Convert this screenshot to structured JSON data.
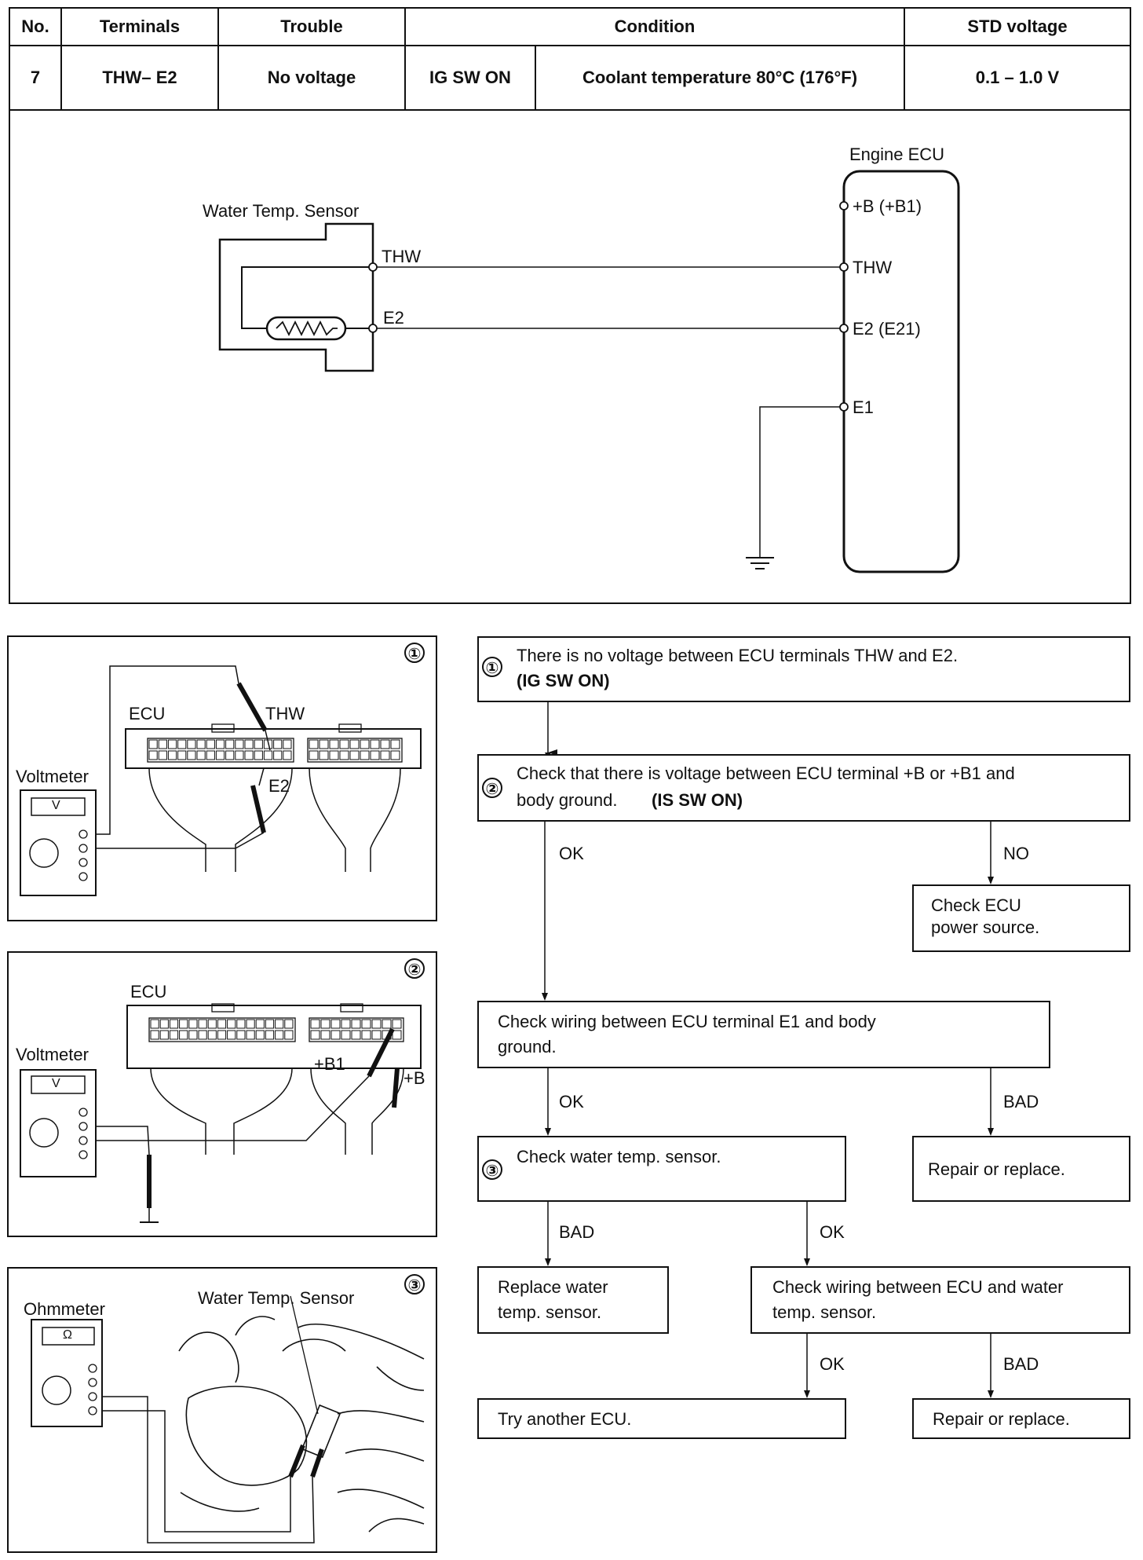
{
  "table": {
    "headers": [
      "No.",
      "Terminals",
      "Trouble",
      "Condition",
      "STD voltage"
    ],
    "row": {
      "no": "7",
      "terminals": "THW– E2",
      "trouble": "No voltage",
      "condition_sw": "IG SW ON",
      "condition_temp": "Coolant temperature 80°C (176°F)",
      "std_voltage": "0.1 – 1.0 V"
    }
  },
  "circuit": {
    "ecu_title": "Engine ECU",
    "sensor_title": "Water Temp. Sensor",
    "sensor_pin_thw": "THW",
    "sensor_pin_e2": "E2",
    "ecu_pin_b": "+B (+B1)",
    "ecu_pin_thw": "THW",
    "ecu_pin_e2": "E2 (E21)",
    "ecu_pin_e1": "E1"
  },
  "illustrations": [
    {
      "step": "①",
      "meter": "Voltmeter",
      "meter_symbol": "V",
      "ecu": "ECU",
      "probe1": "THW",
      "probe2": "E2"
    },
    {
      "step": "②",
      "meter": "Voltmeter",
      "meter_symbol": "V",
      "ecu": "ECU",
      "probe1": "+B1",
      "probe2": "+B"
    },
    {
      "step": "③",
      "meter": "Ohmmeter",
      "meter_symbol": "Ω",
      "component": "Water Temp. Sensor"
    }
  ],
  "flowchart": {
    "step1_num": "①",
    "step1_line1": "There is no voltage between ECU terminals THW and E2.",
    "step1_line2": "(IG SW ON)",
    "step2_num": "②",
    "step2_line1": "Check that there is voltage between ECU terminal +B or +B1 and",
    "step2_line2a": "body ground.",
    "step2_line2b": "(IS SW ON)",
    "ok": "OK",
    "no": "NO",
    "bad": "BAD",
    "power_line1": "Check ECU",
    "power_line2": "power source.",
    "e1_line1": "Check wiring between ECU terminal E1 and body",
    "e1_line2": "ground.",
    "repair1": "Repair or replace.",
    "step3_num": "③",
    "step3_text": "Check water temp. sensor.",
    "replace_line1": "Replace water",
    "replace_line2": "temp. sensor.",
    "wiring_line1": "Check wiring between ECU and water",
    "wiring_line2": "temp. sensor.",
    "try_ecu": "Try another ECU.",
    "repair2": "Repair or replace."
  }
}
